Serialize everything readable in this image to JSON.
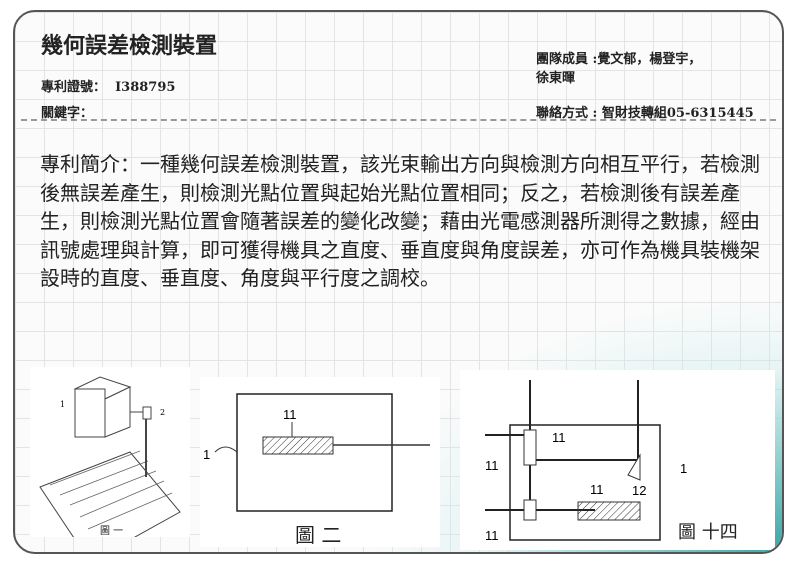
{
  "title": "幾何誤差檢測裝置",
  "patent_label": "專利證號：",
  "patent_number": "I388795",
  "keywords_label": "關鍵字：",
  "team": "團隊成員 :覺文郁，楊登宇，",
  "team2": "徐東暉",
  "contact": "聯絡方式 : 智財技轉組05-6315445",
  "summary": "專利簡介：一種幾何誤差檢測裝置，該光束輸出方向與檢測方向相互平行，若檢測後無誤差產生，則檢測光點位置與起始光點位置相同；反之，若檢測後有誤差產生，則檢測光點位置會隨著誤差的變化改變；藉由光電感測器所測得之數據，經由訊號處理與計算，即可獲得機具之直度、垂直度與角度誤差，亦可作為機具裝機架設時的直度、垂直度、角度與平行度之調校。",
  "fig1": {
    "caption": "圖 一",
    "l1": "1",
    "l2": "2"
  },
  "fig2": {
    "caption": "圖 二",
    "l11": "11",
    "l1": "1"
  },
  "fig14": {
    "caption": "圖 十四",
    "a": "11",
    "b": "11",
    "c": "11",
    "d": "11",
    "e": "12",
    "f": "1"
  }
}
